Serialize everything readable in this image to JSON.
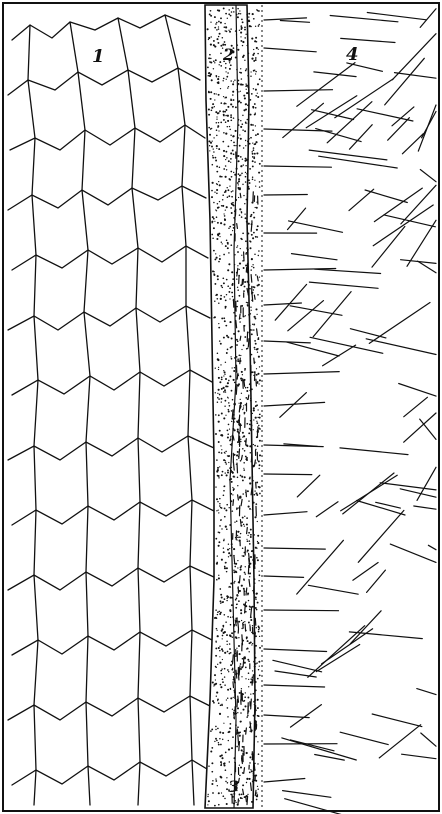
{
  "figure": {
    "labels": {
      "zone_1": "1",
      "zone_2": "2",
      "zone_3": "3",
      "zone_4": "4"
    },
    "colors": {
      "ink": "#111111",
      "paper": "#ffffff"
    }
  }
}
